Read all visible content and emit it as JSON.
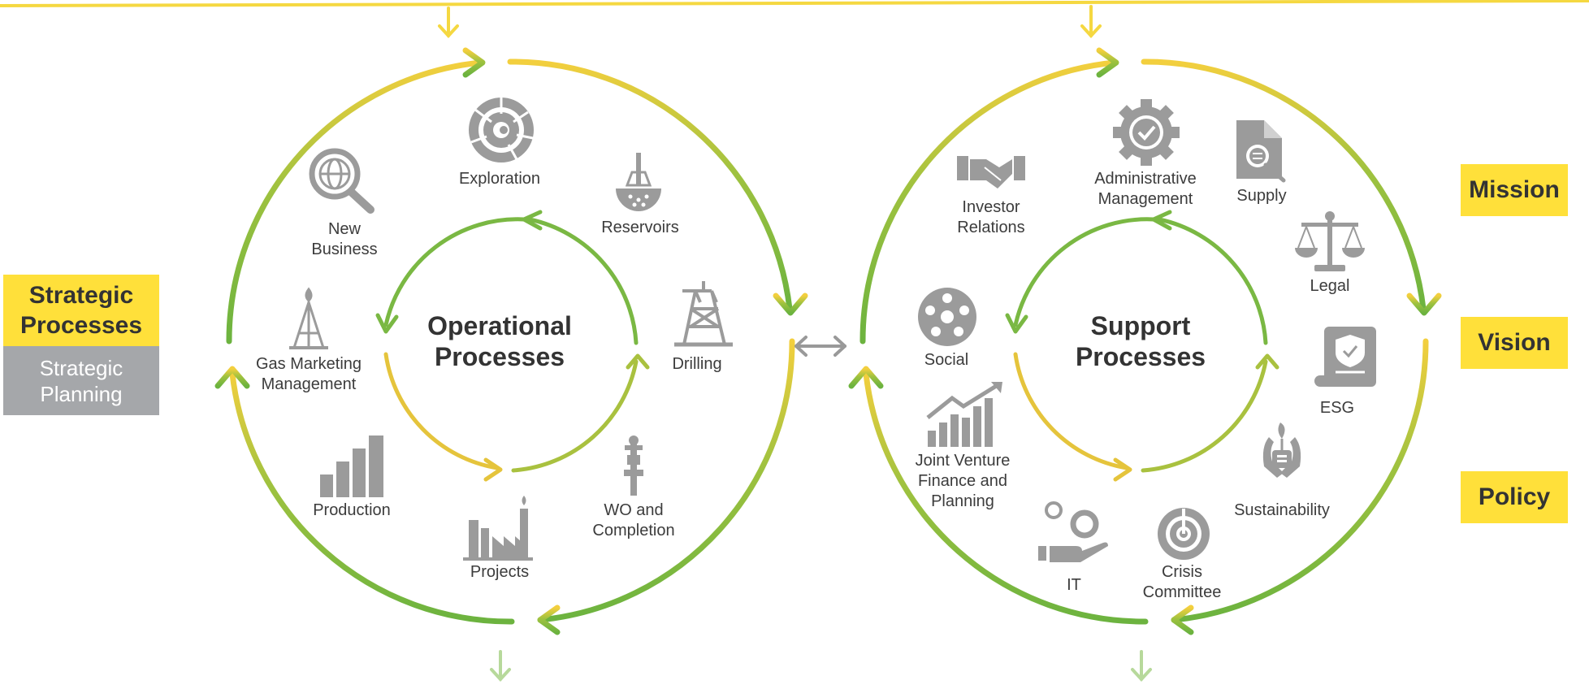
{
  "colors": {
    "yellow": "#f5d13c",
    "green": "#6cb33f",
    "icon_gray": "#9b9b9b",
    "tag_yellow": "#ffe03a",
    "planning_gray": "#a5a7aa"
  },
  "strategic": {
    "title": "Strategic\nProcesses",
    "subtitle": "Strategic\nPlanning"
  },
  "operational": {
    "title": "Operational\nProcesses",
    "items": [
      {
        "label": "Exploration",
        "icon": "ammonite-shell-icon"
      },
      {
        "label": "Reservoirs",
        "icon": "reservoir-rig-icon"
      },
      {
        "label": "Drilling",
        "icon": "drilling-tower-icon"
      },
      {
        "label": "WO and\nCompletion",
        "icon": "wellhead-icon"
      },
      {
        "label": "Projects",
        "icon": "factory-icon"
      },
      {
        "label": "Production",
        "icon": "bar-chart-icon"
      },
      {
        "label": "Gas Marketing\nManagement",
        "icon": "gas-flare-tower-icon"
      },
      {
        "label": "New\nBusiness",
        "icon": "globe-magnifier-icon"
      }
    ]
  },
  "support": {
    "title": "Support\nProcesses",
    "items": [
      {
        "label": "Administrative\nManagement",
        "icon": "gear-check-icon"
      },
      {
        "label": "Supply",
        "icon": "document-search-icon"
      },
      {
        "label": "Legal",
        "icon": "scales-icon"
      },
      {
        "label": "ESG",
        "icon": "certificate-shield-icon"
      },
      {
        "label": "Sustainability",
        "icon": "hands-leaf-icon"
      },
      {
        "label": "Crisis\nCommittee",
        "icon": "target-icon"
      },
      {
        "label": "IT",
        "icon": "gears-hand-icon"
      },
      {
        "label": "Joint Venture\nFinance and\nPlanning",
        "icon": "growth-chart-icon"
      },
      {
        "label": "Social",
        "icon": "people-network-icon"
      },
      {
        "label": "Investor\nRelations",
        "icon": "handshake-icon"
      }
    ]
  },
  "right_tags": [
    "Mission",
    "Vision",
    "Policy"
  ]
}
